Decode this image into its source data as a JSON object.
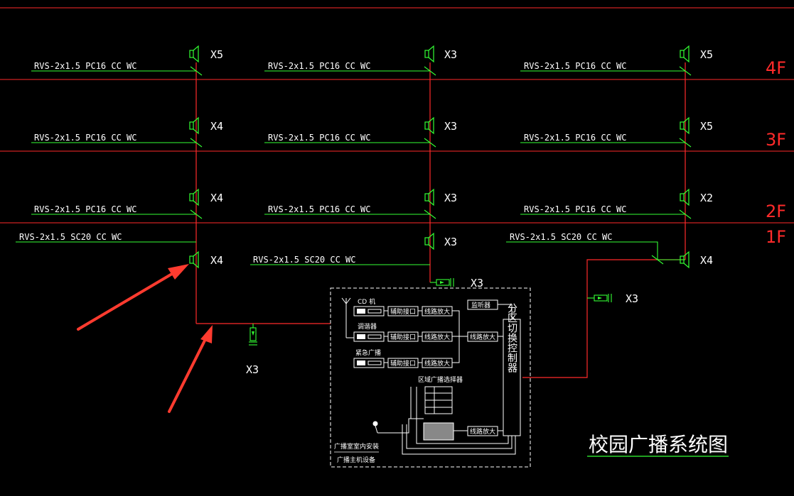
{
  "floors": [
    "4F",
    "3F",
    "2F",
    "1F"
  ],
  "cable_pc16": "RVS-2x1.5  PC16  CC  WC",
  "cable_sc20": "RVS-2x1.5  SC20  CC  WC",
  "speaker_counts": {
    "f4": [
      "X5",
      "X3",
      "X5"
    ],
    "f3": [
      "X4",
      "X3",
      "X5"
    ],
    "f2": [
      "X4",
      "X3",
      "X2"
    ],
    "f1": [
      "X4",
      "X3",
      "X4"
    ],
    "outdoor": [
      "X3",
      "X3",
      "X3"
    ]
  },
  "equipment": {
    "sources": [
      "CD 机",
      "调谐器",
      "紧急广播"
    ],
    "preamp": "辅助接口",
    "amp": "线路放大",
    "monitor": "监听器",
    "controller": "分区切换控制器",
    "zone_selector": "区域广播选择器",
    "room_note_1": "广播室室内安装",
    "room_note_2": "广播主机设备"
  },
  "title": "校园广播系统图",
  "colors": {
    "background": "#000000",
    "floor_line": "#ff2a2a",
    "riser": "#ff2a2a",
    "cable": "#33ff33",
    "speaker": "#33ff33",
    "equipment": "#ffffff",
    "annotation_arrow": "#ff3b2f"
  }
}
